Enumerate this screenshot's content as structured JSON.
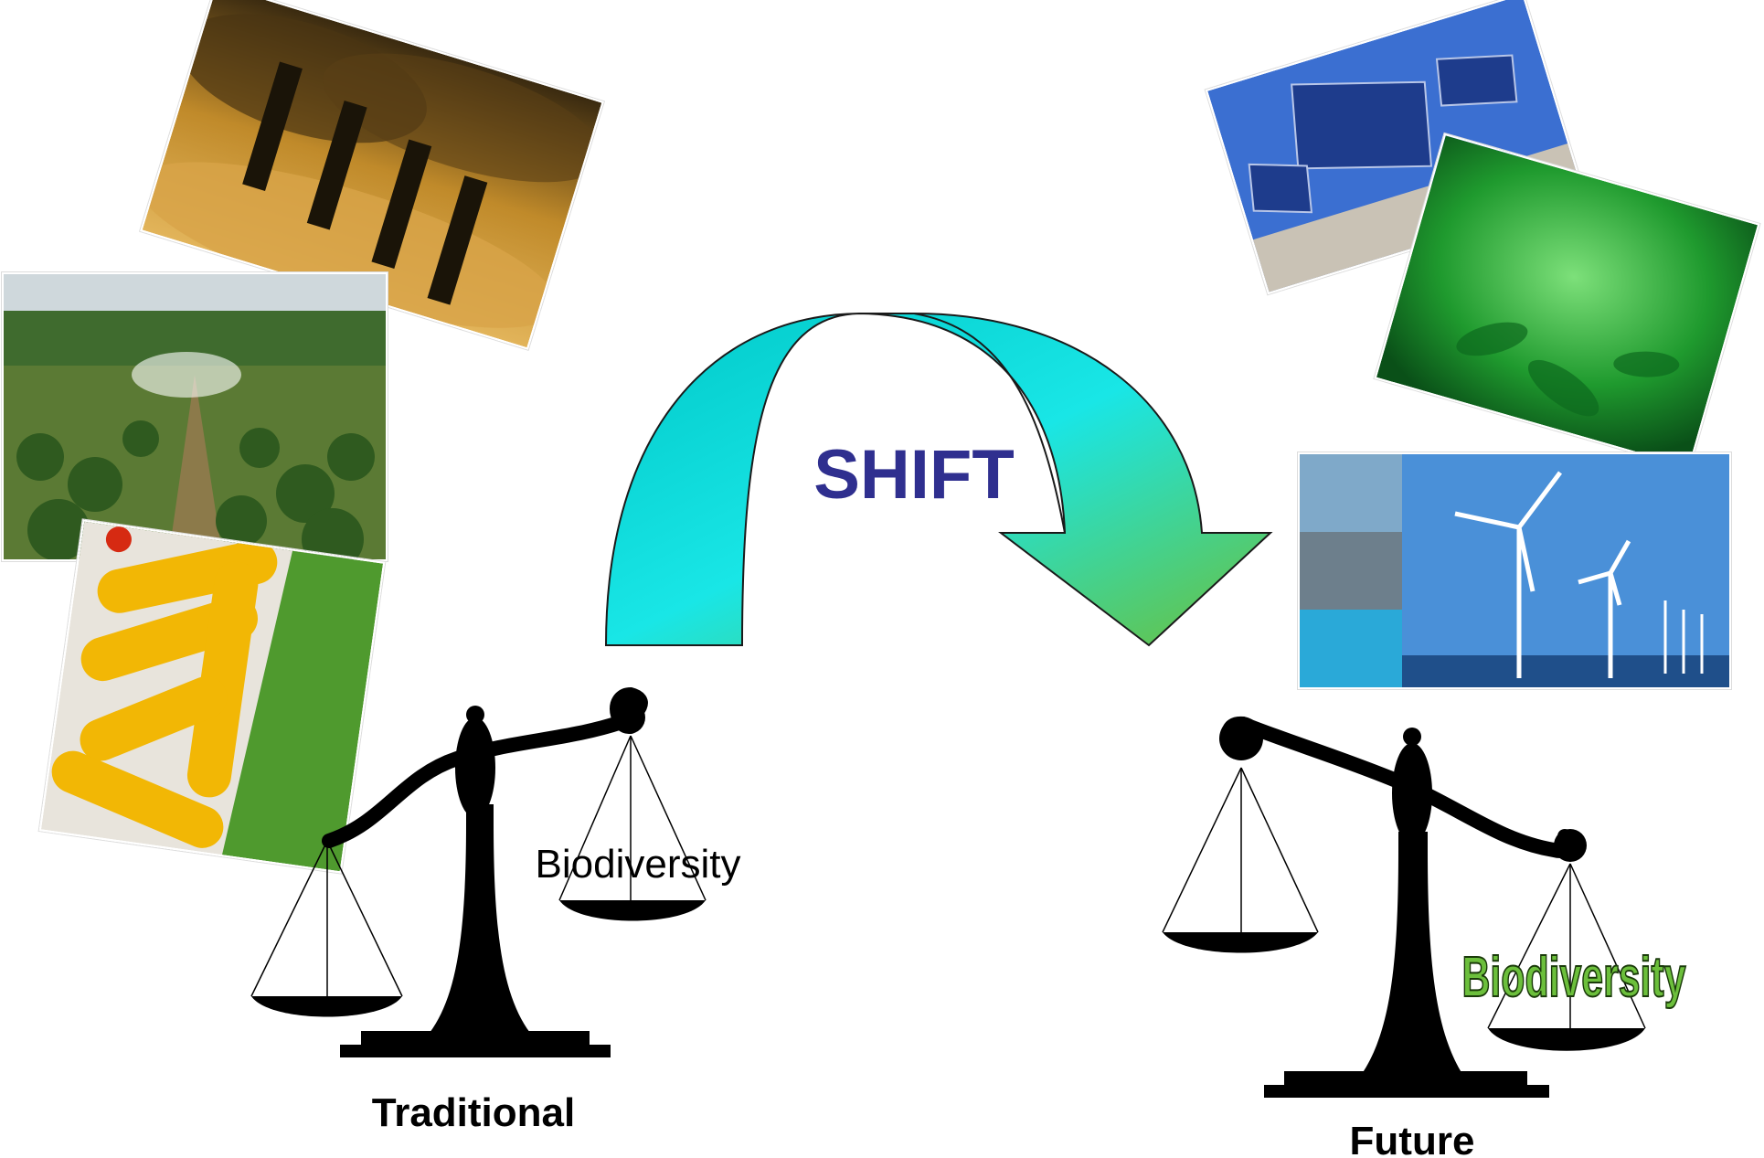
{
  "shift_label": "SHIFT",
  "traditional": {
    "label": "Traditional",
    "pan_label": "Biodiversity"
  },
  "future": {
    "label": "Future",
    "pan_label": "Biodiversity"
  },
  "colors": {
    "arrow_start": "#00c8c8",
    "arrow_end": "#6cbf3c",
    "shift_text": "#2f2f8f",
    "future_biodiversity": "#6cbf3c",
    "scale": "#000000"
  },
  "photos": {
    "smokestacks": "smokestacks-photo",
    "plantation": "irrigated-plantation-photo",
    "corn": "corn-photo",
    "solar": "solar-panels-photo",
    "algae": "algae-photo",
    "wind": "offshore-wind-photo"
  }
}
